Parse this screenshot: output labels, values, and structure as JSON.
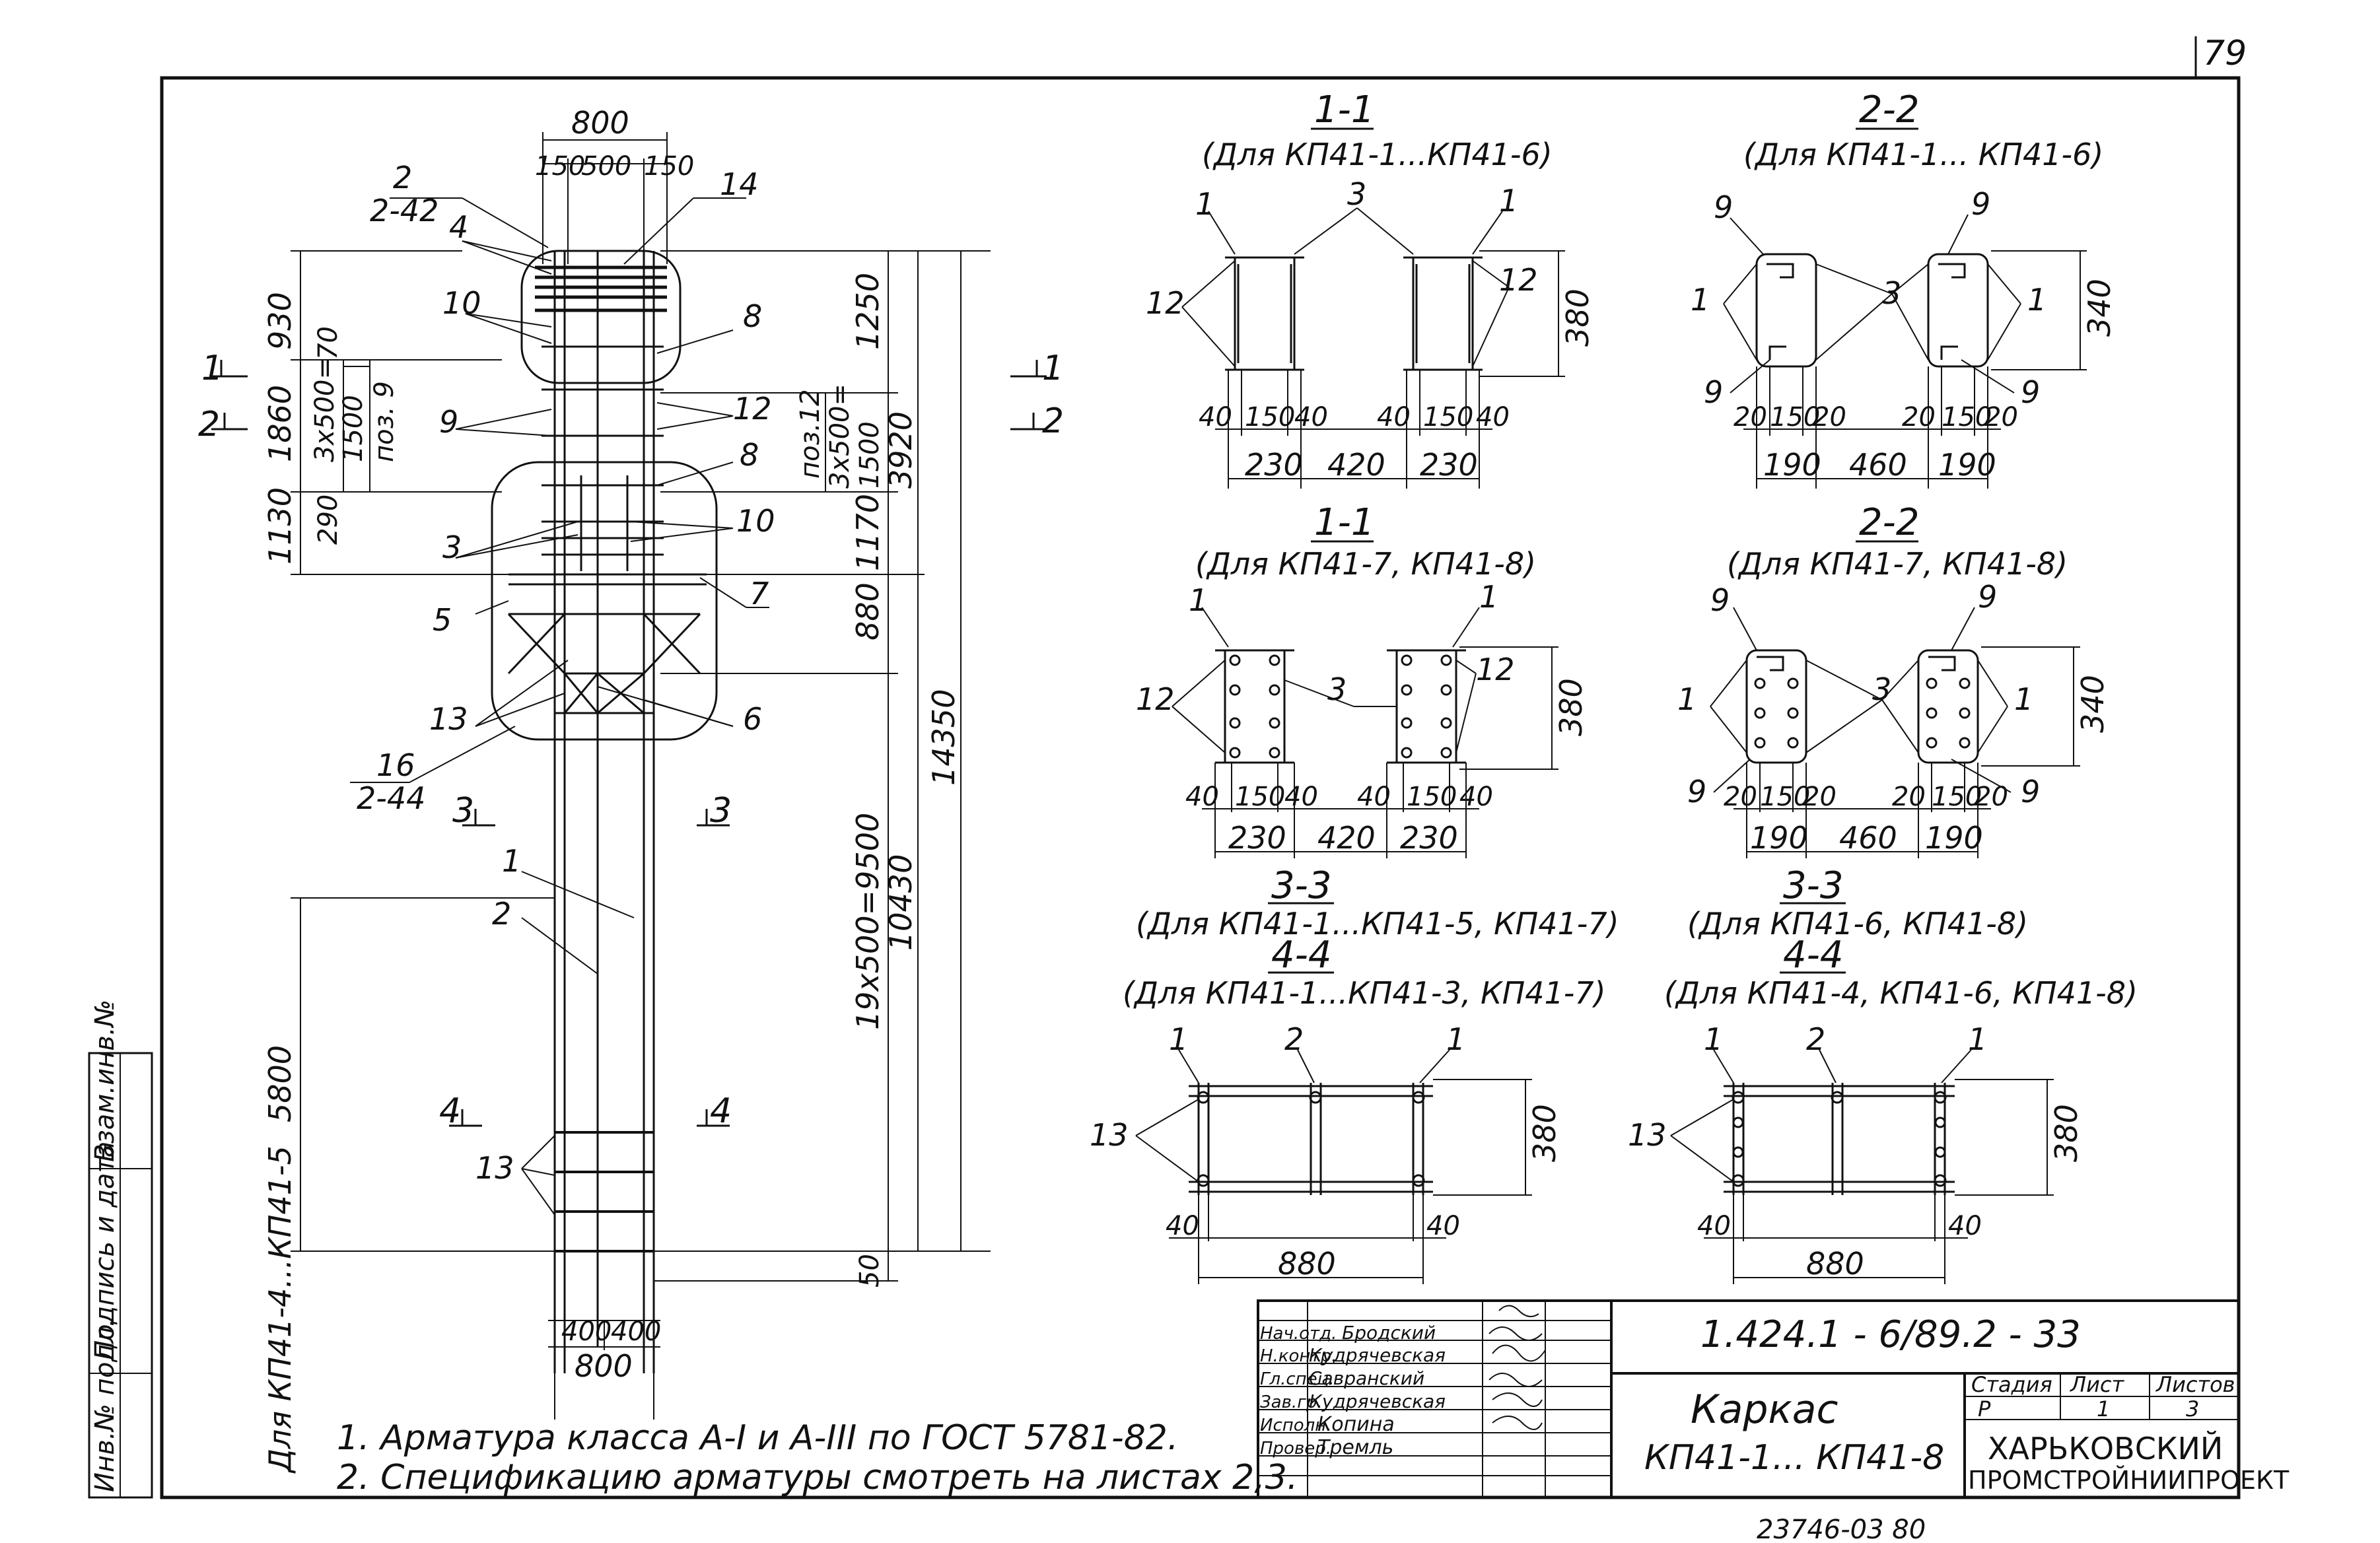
{
  "sheet_corner_number": "79",
  "bottom_code": "23746-03  80",
  "left_stamp": {
    "inv_no": "Инв.№ подл.",
    "sign_date": "Подпись и дата",
    "repl_inv": "Взам.инв.№"
  },
  "elevation": {
    "top_dims": [
      "800",
      "150",
      "500",
      "150"
    ],
    "callouts": {
      "c2": "2",
      "c2_sub": "2-42",
      "c4": "4",
      "c14": "14",
      "c10a": "10",
      "c8a": "8",
      "c9": "9",
      "c12": "12",
      "c8b": "8",
      "c3": "3",
      "c10b": "10",
      "c5": "5",
      "c7": "7",
      "c13a": "13",
      "c6": "6",
      "c16": "16",
      "c16_sub": "2-44",
      "c1": "1",
      "c2b": "2",
      "c13b": "13"
    },
    "section_marks": {
      "s1": "1",
      "s2": "2",
      "s3": "3",
      "s4": "4"
    },
    "left_dims": {
      "d930": "930",
      "d70": "70",
      "d1860": "1860",
      "d3x500": "3х500=",
      "d1500": "1500",
      "poz9": "поз. 9",
      "d290": "290",
      "d1130": "1130",
      "d5800": "5800"
    },
    "right_dims": {
      "d1250": "1250",
      "poz12": "поз.12",
      "d3x500": "3х500=",
      "d1500": "1500",
      "d1170": "1170",
      "d880": "880",
      "d19x500": "19х500=9500",
      "d10430": "10430",
      "d3920": "3920",
      "d14350": "14350",
      "d50": "50"
    },
    "bottom_dims": [
      "400",
      "400",
      "800"
    ],
    "vertical_note": "Для КП41-4...КП41-5"
  },
  "sections": {
    "s11a": {
      "title": "1-1",
      "subtitle": "(Для КП41-1...КП41-6)",
      "labels": {
        "l1a": "1",
        "l3": "3",
        "l1b": "1",
        "l12a": "12",
        "l12b": "12",
        "h": "380"
      },
      "dims": [
        "40",
        "150",
        "40",
        "40",
        "150",
        "40",
        "230",
        "420",
        "230"
      ]
    },
    "s22a": {
      "title": "2-2",
      "subtitle": "(Для КП41-1... КП41-6)",
      "labels": {
        "l9a": "9",
        "l9b": "9",
        "l1a": "1",
        "l3": "3",
        "l1b": "1",
        "l9c": "9",
        "l9d": "9",
        "h": "340"
      },
      "dims": [
        "20",
        "150",
        "20",
        "20",
        "150",
        "20",
        "190",
        "460",
        "190"
      ]
    },
    "s11b": {
      "title": "1-1",
      "subtitle": "(Для КП41-7, КП41-8)",
      "labels": {
        "l1a": "1",
        "l1b": "1",
        "l12a": "12",
        "l3": "3",
        "l12b": "12",
        "h": "380"
      },
      "dims": [
        "40",
        "150",
        "40",
        "40",
        "150",
        "40",
        "230",
        "420",
        "230"
      ]
    },
    "s22b": {
      "title": "2-2",
      "subtitle": "(Для КП41-7, КП41-8)",
      "labels": {
        "l9a": "9",
        "l9b": "9",
        "l1a": "1",
        "l3": "3",
        "l1b": "1",
        "l9c": "9",
        "l9d": "9",
        "h": "340"
      },
      "dims": [
        "20",
        "150",
        "20",
        "20",
        "150",
        "20",
        "190",
        "460",
        "190"
      ]
    },
    "s33a": {
      "title": "3-3",
      "subtitle": "(Для КП41-1...КП41-5, КП41-7)"
    },
    "s33b": {
      "title": "3-3",
      "subtitle": "(Для КП41-6, КП41-8)"
    },
    "s44a": {
      "title": "4-4",
      "subtitle": "(Для КП41-1...КП41-3, КП41-7)",
      "labels": {
        "l1a": "1",
        "l2": "2",
        "l1b": "1",
        "l13": "13",
        "h": "380"
      },
      "dims": [
        "40",
        "40",
        "880"
      ]
    },
    "s44b": {
      "title": "4-4",
      "subtitle": "(Для КП41-4, КП41-6, КП41-8)",
      "labels": {
        "l1a": "1",
        "l2": "2",
        "l1b": "1",
        "l13": "13",
        "h": "380"
      },
      "dims": [
        "40",
        "40",
        "880"
      ]
    }
  },
  "notes": [
    "1. Арматура класса А-I и А-III по ГОСТ 5781-82.",
    "2. Спецификацию арматуры смотреть на листах 2,3."
  ],
  "title_block": {
    "document_code": "1.424.1 - 6/89.2 - 33",
    "title_line1": "Каркас",
    "title_line2": "КП41-1... КП41-8",
    "signatories": [
      {
        "role": "Нач.отд.",
        "name": "Бродский"
      },
      {
        "role": "Н.контр.",
        "name": "Кудрячевская"
      },
      {
        "role": "Гл.спец.",
        "name": "Савранский"
      },
      {
        "role": "Зав.гр.",
        "name": "Кудрячевская"
      },
      {
        "role": "Исполн.",
        "name": "Копина"
      },
      {
        "role": "Провер.",
        "name": "Тремль"
      }
    ],
    "stage_label": "Стадия",
    "sheet_label": "Лист",
    "sheets_label": "Листов",
    "stage_value": "Р",
    "sheet_value": "1",
    "sheets_value": "3",
    "organization_line1": "ХАРЬКОВСКИЙ",
    "organization_line2": "ПРОМСТРОЙНИИПРОЕКТ"
  }
}
